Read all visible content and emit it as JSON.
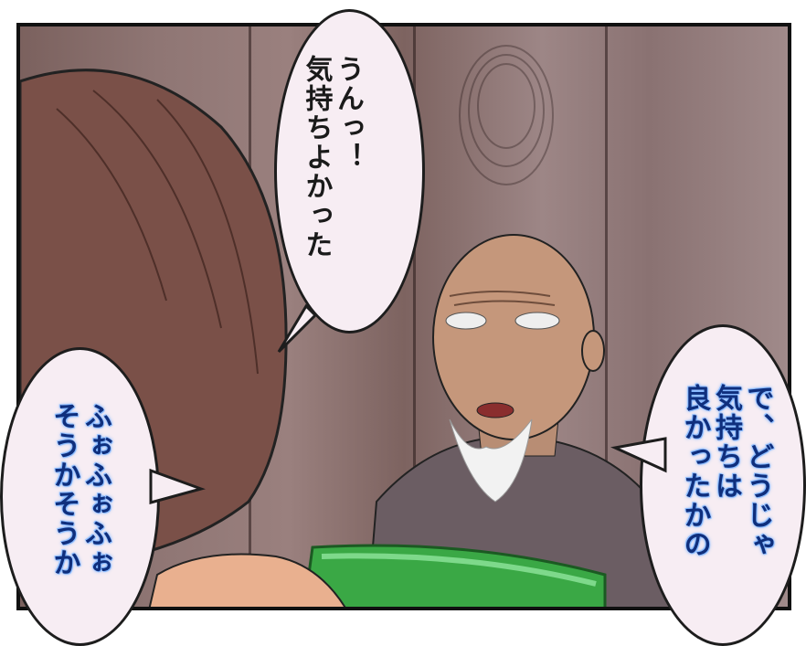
{
  "bubbles": {
    "top_center": {
      "lines": [
        "うんっ！",
        "気持ちよかった"
      ]
    },
    "right": {
      "lines": [
        "で、どうじゃ",
        "気持ちは",
        "良かったかの"
      ]
    },
    "left": {
      "lines": [
        "ふぉふぉふぉ",
        "そうかそうか"
      ]
    }
  },
  "colors": {
    "wall": "#8f7674",
    "hair": "#7a5048",
    "skin": "#c89a7c",
    "shirt": "#6b5d63",
    "tub": "#3aa845",
    "bubble_fill": "#f7edf3",
    "blue_text": "#0f2f7d"
  }
}
